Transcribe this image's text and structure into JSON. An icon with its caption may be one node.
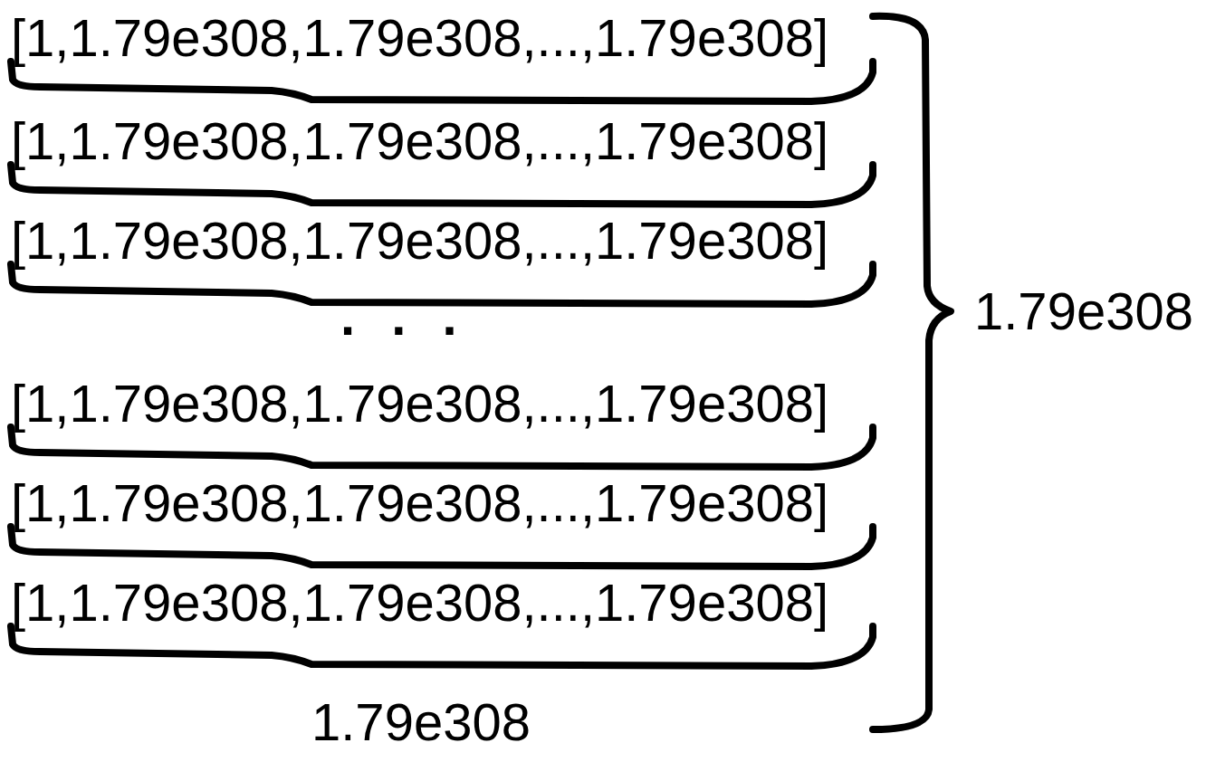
{
  "diagram": {
    "labels": [
      "[1,1.79e308,1.79e308,...,1.79e308]",
      "[1,1.79e308,1.79e308,...,1.79e308]",
      "[1,1.79e308,1.79e308,...,1.79e308]",
      ". . .",
      "[1,1.79e308,1.79e308,...,1.79e308]",
      "[1,1.79e308,1.79e308,...,1.79e308]",
      "[1,1.79e308,1.79e308,...,1.79e308]",
      "1.79e308",
      "1.79e308"
    ]
  }
}
